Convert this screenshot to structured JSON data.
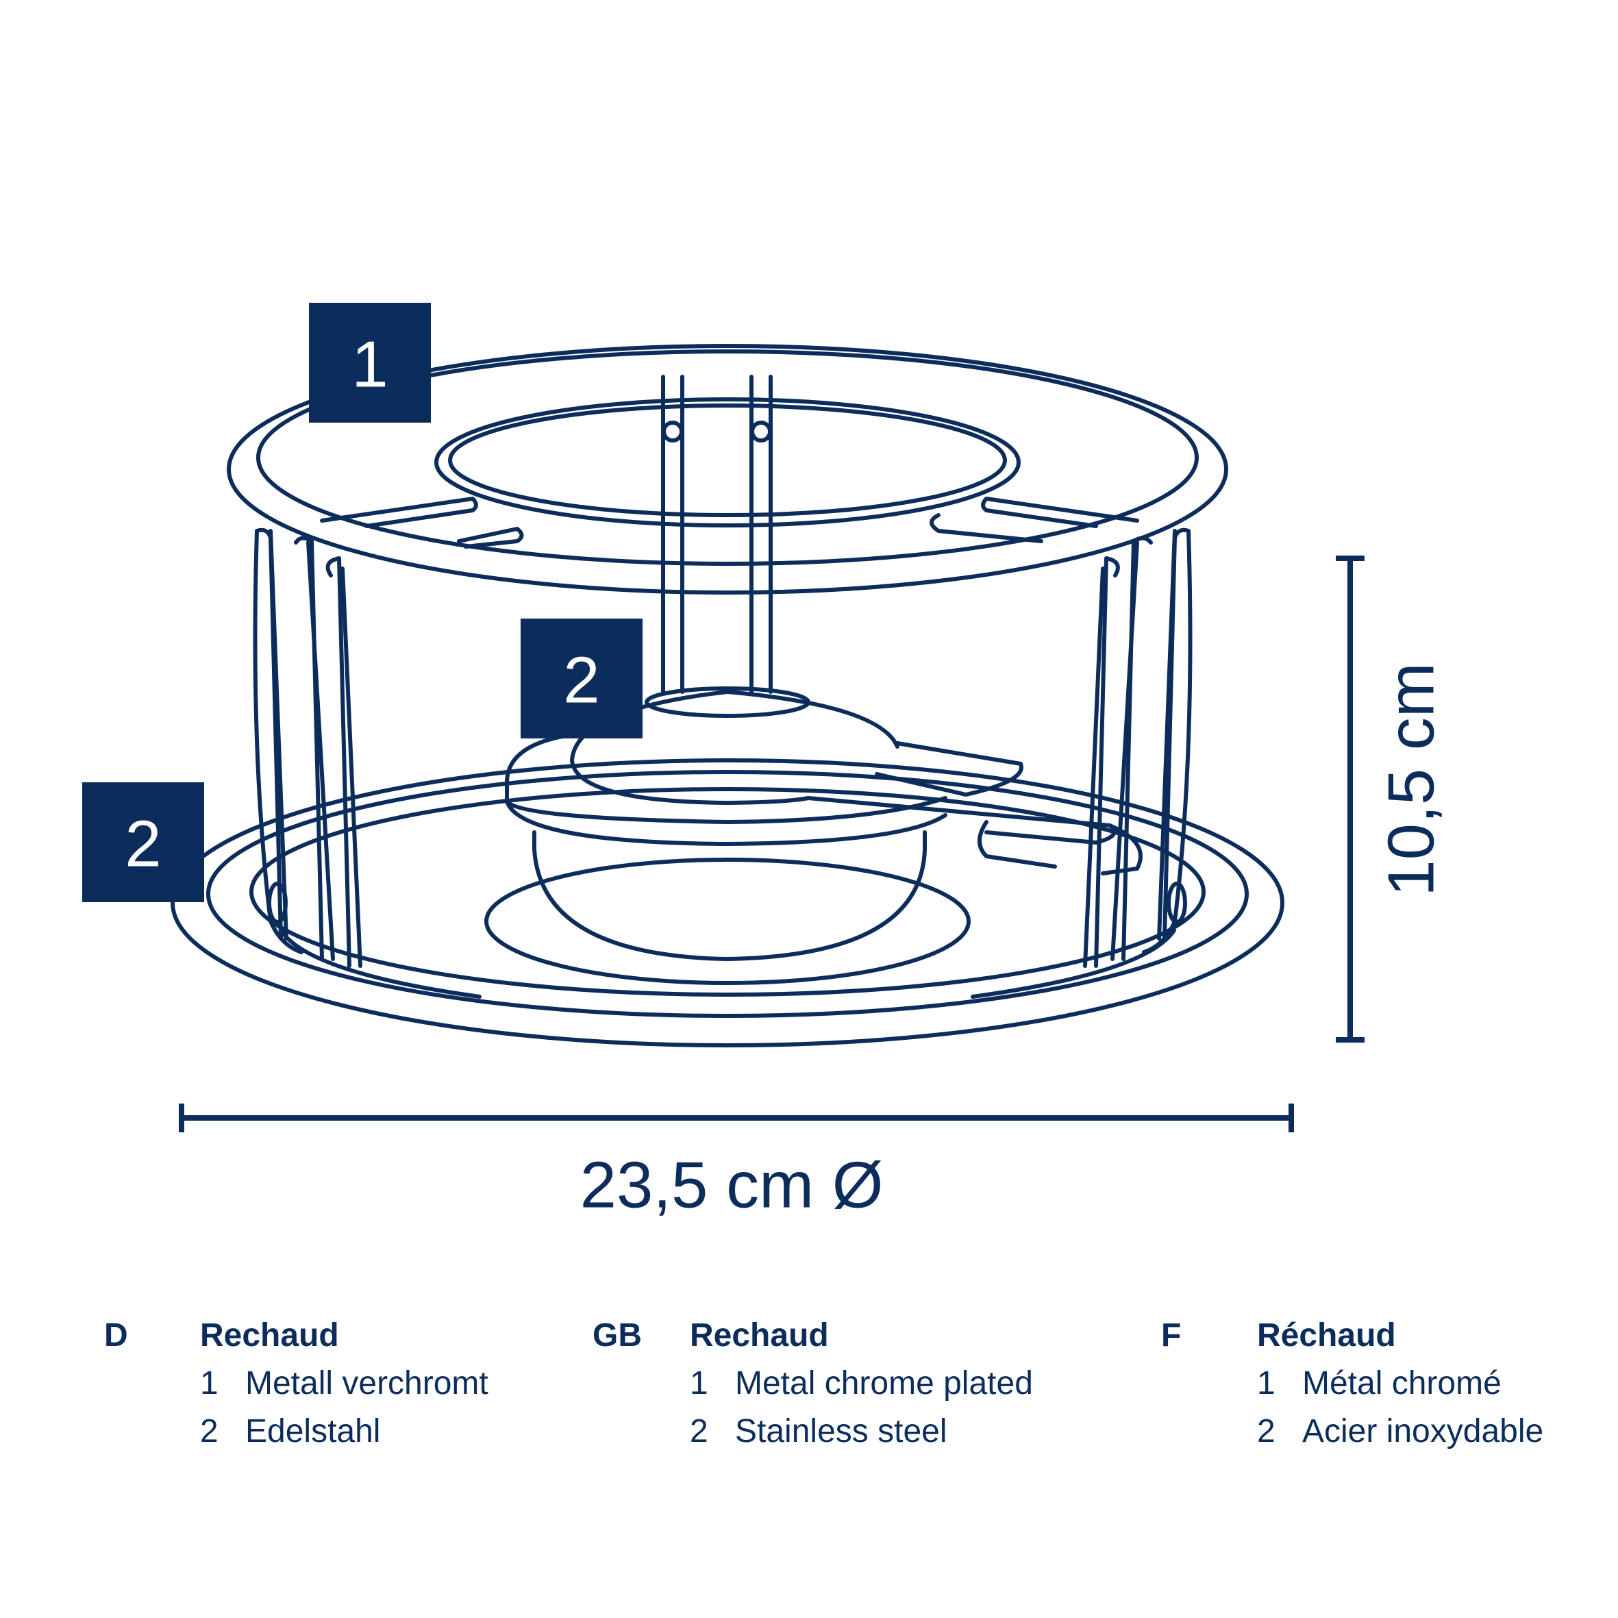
{
  "colors": {
    "navy": "#0c2d5c",
    "background": "#ffffff"
  },
  "callouts": {
    "top_ring": "1",
    "burner": "2",
    "tray": "2"
  },
  "dimensions": {
    "height": "10,5 cm",
    "diameter": "23,5 cm Ø"
  },
  "legend": [
    {
      "code": "D",
      "title": "Rechaud",
      "items": [
        {
          "num": "1",
          "text": "Metall verchromt"
        },
        {
          "num": "2",
          "text": "Edelstahl"
        }
      ]
    },
    {
      "code": "GB",
      "title": "Rechaud",
      "items": [
        {
          "num": "1",
          "text": "Metal chrome plated"
        },
        {
          "num": "2",
          "text": "Stainless steel"
        }
      ]
    },
    {
      "code": "F",
      "title": "Réchaud",
      "items": [
        {
          "num": "1",
          "text": "Métal chromé"
        },
        {
          "num": "2",
          "text": "Acier inoxydable"
        }
      ]
    }
  ]
}
